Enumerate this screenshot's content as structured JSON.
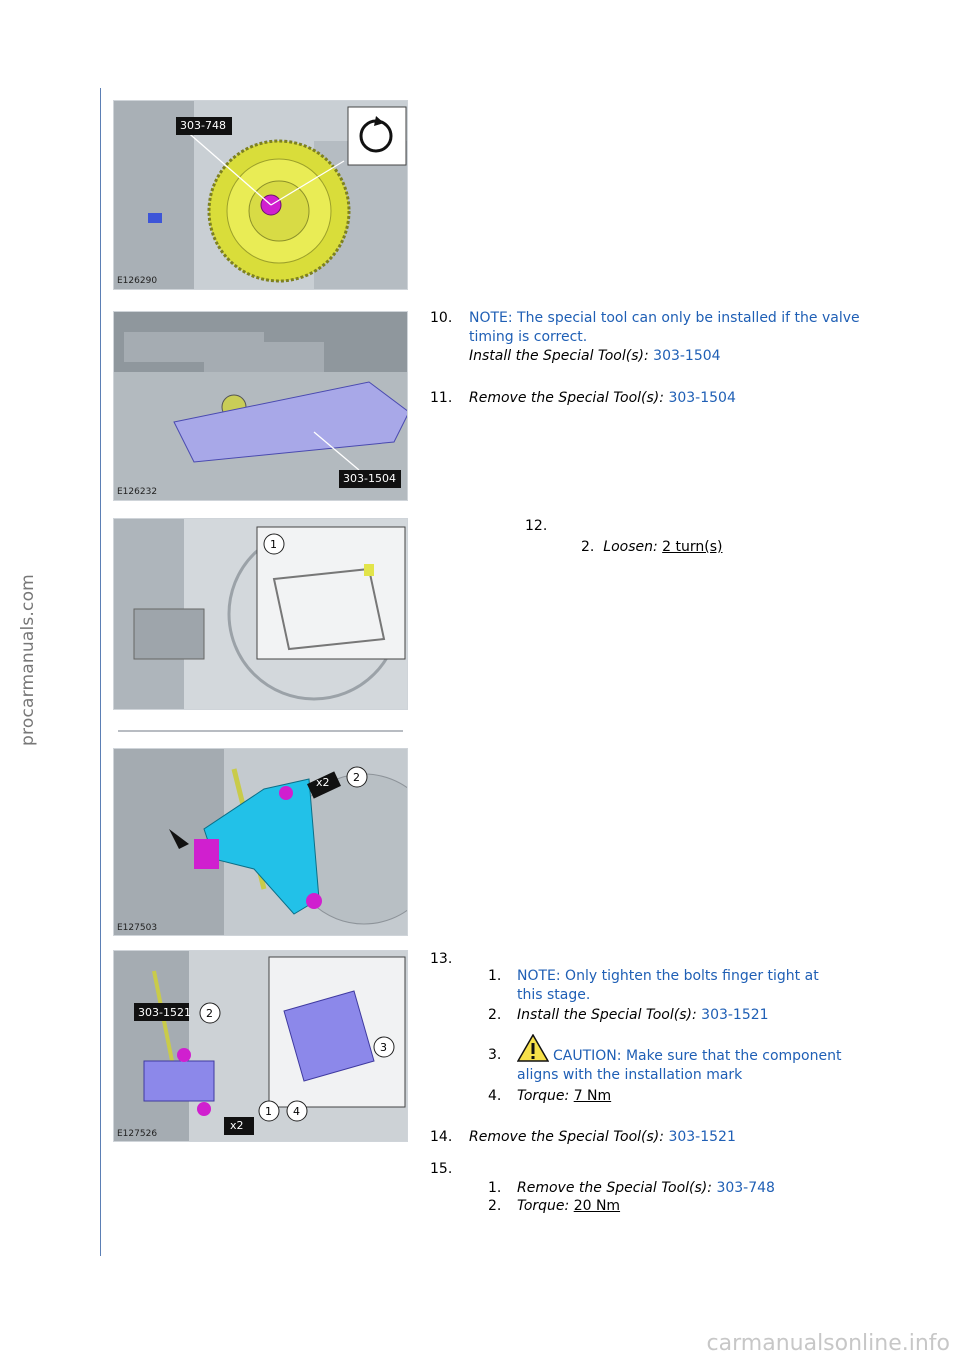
{
  "watermark_side": "procarmanuals.com",
  "watermark_footer": "carmanualsonline.info",
  "figures": [
    {
      "id": "E126290",
      "tool": "303-748"
    },
    {
      "id": "E126232",
      "tool": "303-1504"
    },
    {
      "id": "",
      "callout": "1"
    },
    {
      "id": "E127503",
      "callouts": [
        "x2",
        "2"
      ]
    },
    {
      "id": "E127526",
      "tool": "303-1521",
      "callouts": [
        "2",
        "3",
        "x2",
        "1",
        "4"
      ]
    }
  ],
  "steps": {
    "s10": {
      "num": "10.",
      "note": "NOTE: The special tool can only be installed if the valve timing is correct.",
      "action_label": "Install the Special Tool(s):",
      "action_value": "303-1504"
    },
    "s11": {
      "num": "11.",
      "action_label": "Remove the Special Tool(s):",
      "action_value": "303-1504"
    },
    "s12": {
      "num": "12.",
      "sub": [
        {
          "num": "2.",
          "label": "Loosen:",
          "value": "2 turn(s)"
        }
      ]
    },
    "s13": {
      "num": "13.",
      "sub": [
        {
          "num": "1.",
          "text": "NOTE: Only tighten the bolts finger tight at this stage."
        },
        {
          "num": "2.",
          "label": "Install the Special Tool(s):",
          "value": "303-1521"
        },
        {
          "num": "3.",
          "text": "CAUTION: Make sure that the component aligns with the installation mark"
        },
        {
          "num": "4.",
          "label": "Torque:",
          "value": "7 Nm"
        }
      ]
    },
    "s14": {
      "num": "14.",
      "action_label": "Remove the Special Tool(s):",
      "action_value": "303-1521"
    },
    "s15": {
      "num": "15.",
      "sub": [
        {
          "num": "1.",
          "label": "Remove the Special Tool(s):",
          "value": "303-748"
        },
        {
          "num": "2.",
          "label": "Torque:",
          "value": "20 Nm"
        }
      ]
    }
  },
  "colors": {
    "link": "#1f5fb5",
    "rule": "#5b7fb5"
  }
}
